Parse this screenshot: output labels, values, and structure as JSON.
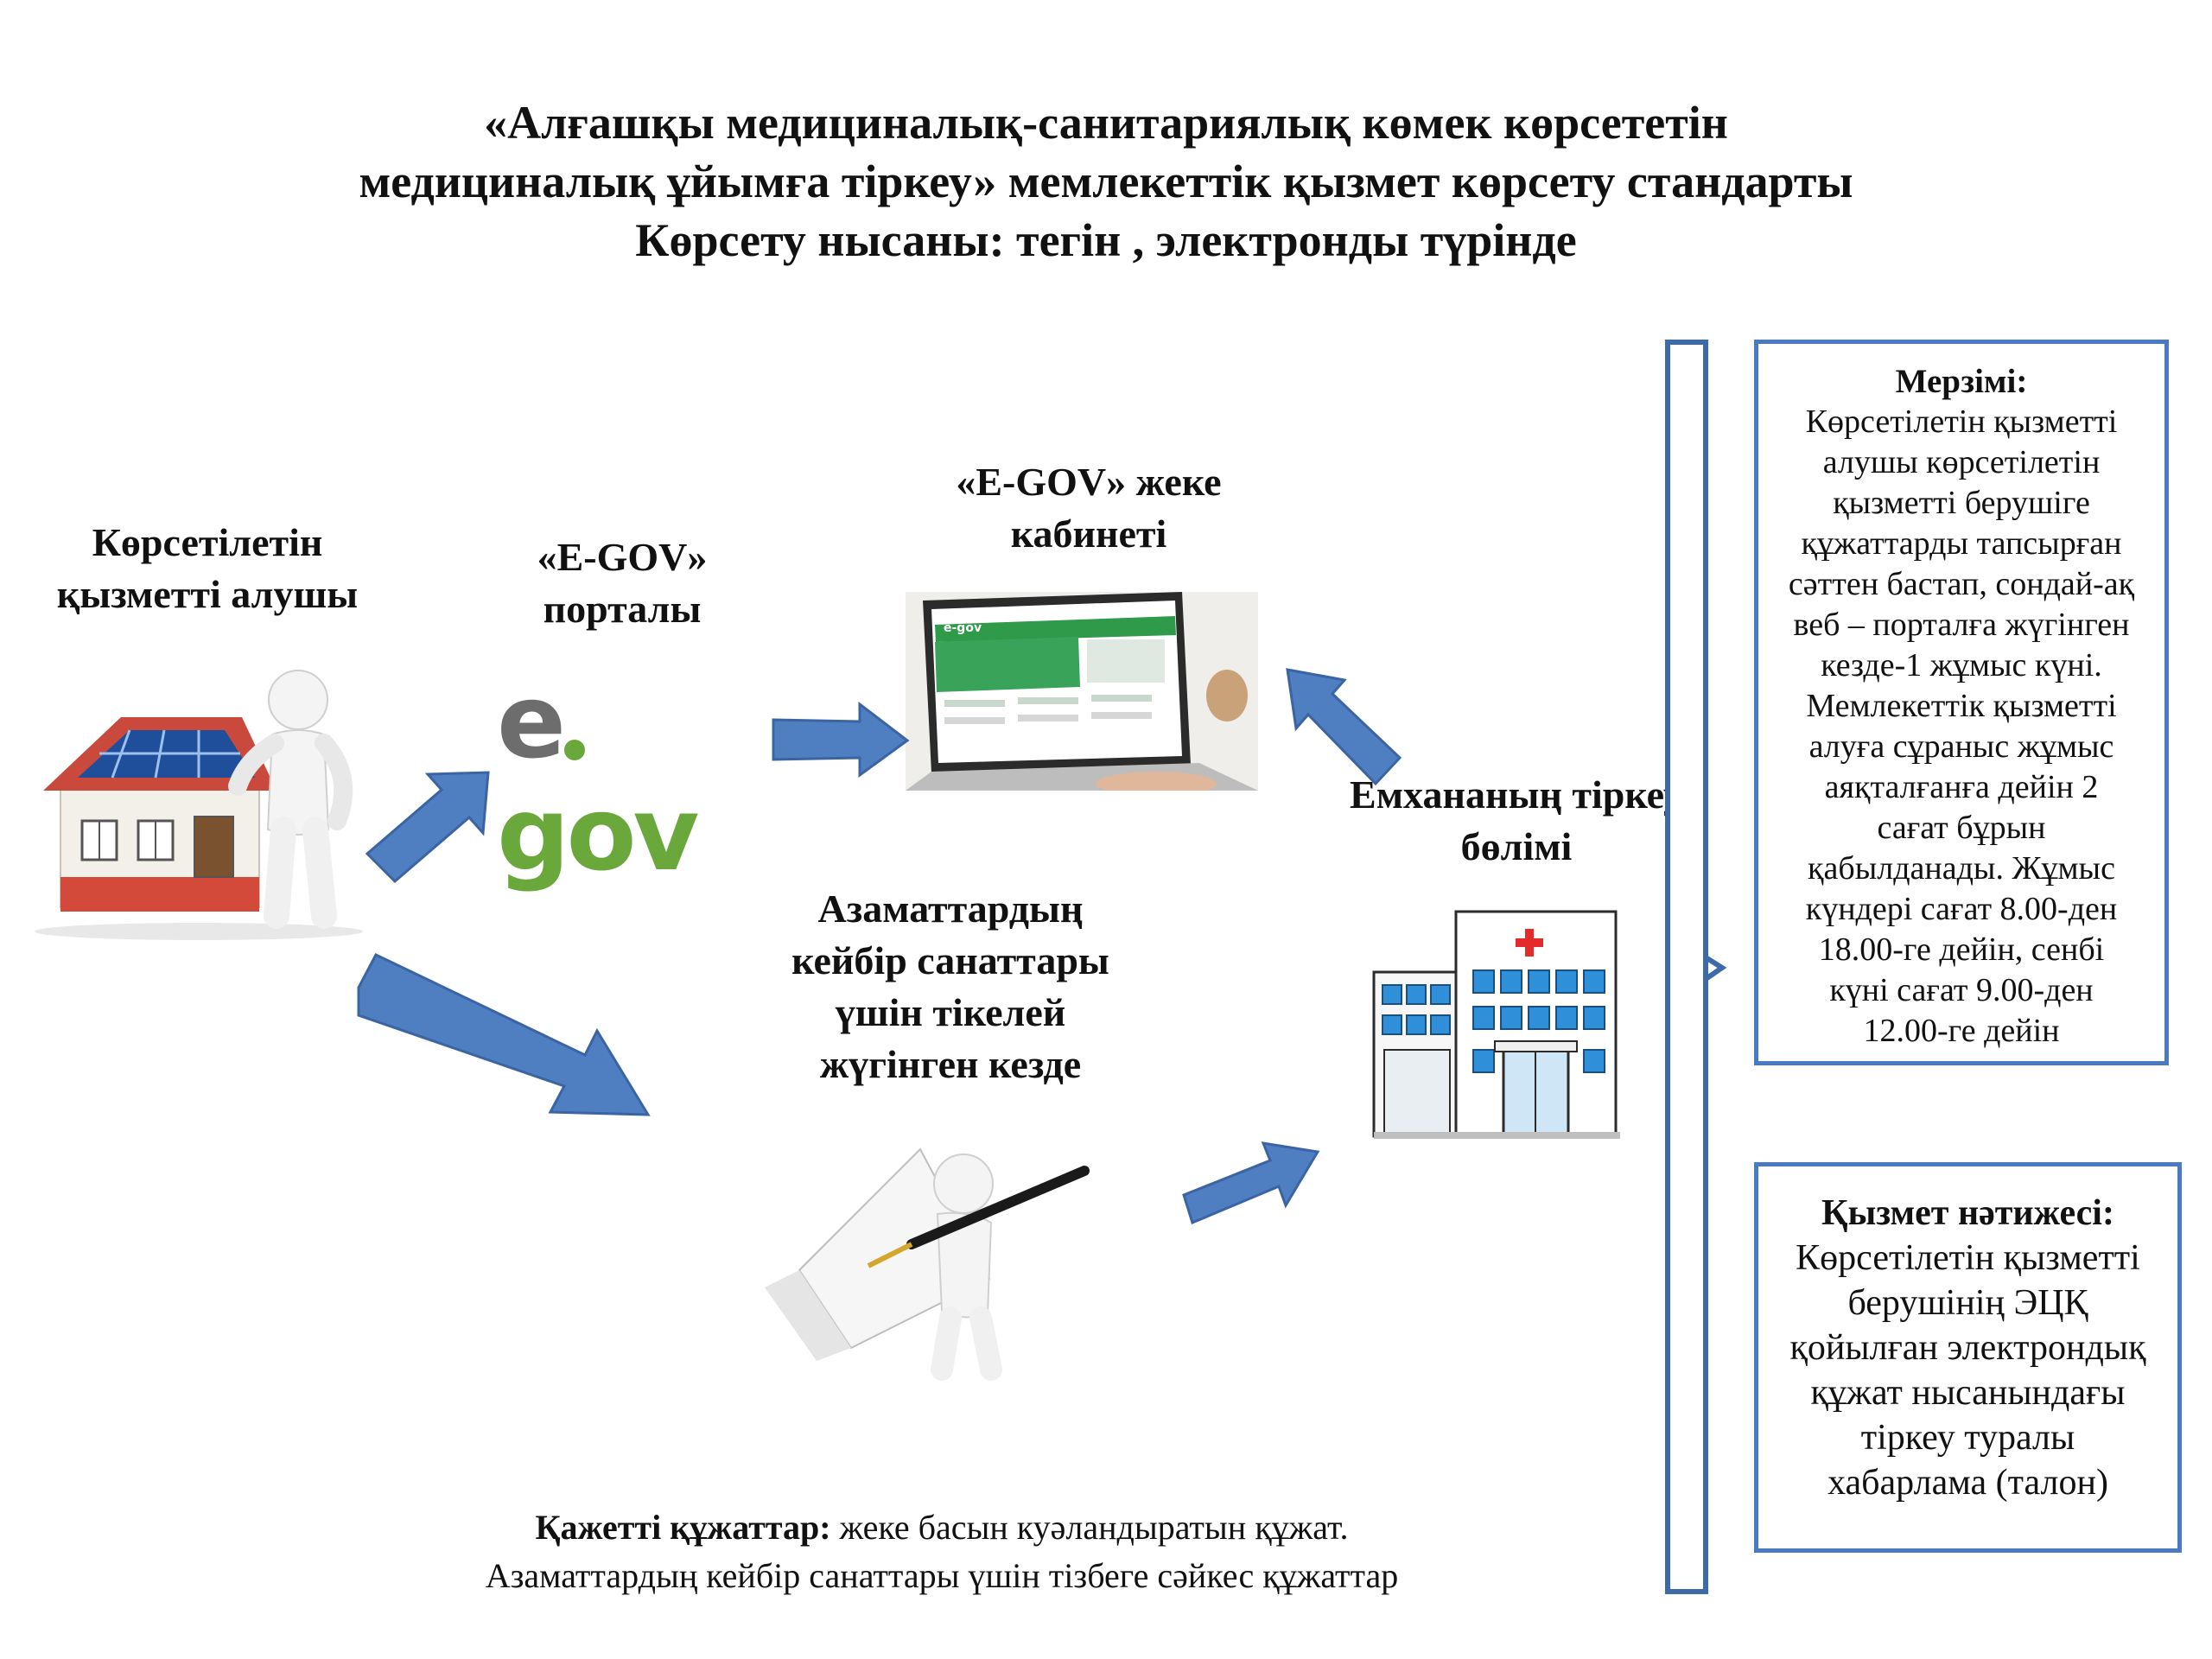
{
  "title": {
    "line1": "«Алғашқы медициналық-санитариялық көмек көрсететін",
    "line2": "медициналық  ұйымға  тіркеу»  мемлекеттік  қызмет  көрсету  стандарты",
    "line3": "Көрсету  нысаны: тегін , электронды  түрінде"
  },
  "nodes": {
    "recipient": {
      "line1": "Көрсетілетін",
      "line2": "қызметті алушы"
    },
    "portal": {
      "line1": "«E-GOV»",
      "line2": "порталы"
    },
    "cabinet": {
      "line1": "«E-GOV» жеке",
      "line2": "кабинеті"
    },
    "registry": {
      "line1": "Емхананың  тіркеу",
      "line2": "бөлімі"
    },
    "direct": {
      "line1": "Азаматтардың",
      "line2": "кейбір санаттары",
      "line3": "үшін тікелей",
      "line4": "жүгінген кезде"
    }
  },
  "logo": {
    "text_e": "e",
    "text_gov": "gov"
  },
  "laptop_screen": {
    "brand": "e-gov"
  },
  "deadline": {
    "heading": "Мерзімі:",
    "lines": [
      "Көрсетілетін қызметті",
      "алушы көрсетілетін",
      "қызметті берушіге",
      "құжаттарды тапсырған",
      "сәттен бастап, сондай-ақ",
      "веб – порталға жүгінген",
      "кезде-1 жұмыс күні.",
      "Мемлекеттік қызметті",
      "алуға сұраныс жұмыс",
      "аяқталғанға дейін 2",
      "сағат бұрын",
      "қабылданады. Жұмыс",
      "күндері сағат 8.00-ден",
      "18.00-ге дейін, сенбі",
      "күні сағат 9.00-ден",
      "12.00-ге дейін"
    ]
  },
  "result": {
    "heading": "Қызмет  нәтижесі:",
    "lines": [
      "Көрсетілетін  қызметті",
      "берушінің  ЭЦҚ",
      "қойылған  электрондық",
      "құжат  нысанындағы",
      "тіркеу  туралы",
      "хабарлама (талон)"
    ]
  },
  "documents": {
    "label": "Қажетті  құжаттар:",
    "text1": " жеке басын куәландыратын құжат.",
    "text2": "Азаматтардың кейбір санаттары үшін тізбеге сәйкес құжаттар"
  },
  "colors": {
    "arrow_fill": "#4f7fc1",
    "arrow_stroke": "#3a64a3",
    "box_border": "#4a7ac2",
    "bracket": "#3d6aa8",
    "egov_gray": "#6d6d6d",
    "egov_green": "#6aa83b",
    "hospital_blue": "#2f8fd8",
    "cross_red": "#e42b2b"
  }
}
